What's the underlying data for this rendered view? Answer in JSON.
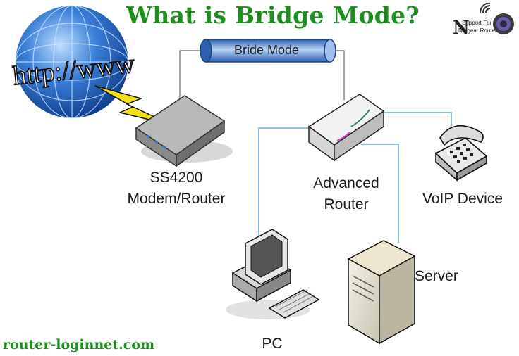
{
  "header": {
    "title": "What is Bridge Mode?"
  },
  "logo": {
    "line1": "Support For",
    "line2": "Netgear Router",
    "letter": "N"
  },
  "tube": {
    "label": "Bride Mode"
  },
  "globe": {
    "text": "http://www"
  },
  "nodes": {
    "modem": {
      "line1": "SS4200",
      "line2": "Modem/Router"
    },
    "router": {
      "line1": "Advanced",
      "line2": "Router"
    },
    "voip": {
      "label": "VoIP Device"
    },
    "server": {
      "label": "Server"
    },
    "pc": {
      "label": "PC"
    }
  },
  "footer": {
    "site": "router-loginnet.com"
  },
  "colors": {
    "title_green": "#1e8f1e",
    "link_blue": "#8fbfe0",
    "tube_blue": "#5a8fd8",
    "globe_blue": "#1f5fbf",
    "lightning_yellow": "#f4e11a"
  }
}
